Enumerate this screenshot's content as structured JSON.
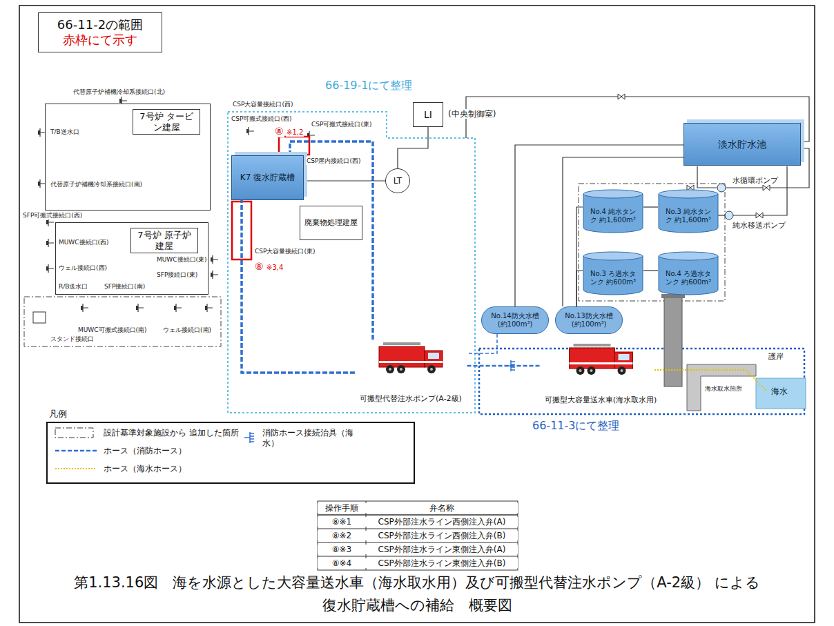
{
  "diagram": {
    "caption": "第1.13.16図　海を水源とした大容量送水車（海水取水用）及び可搬型代替注水ポンプ（A-2級） による復水貯蔵槽への補給　概要図",
    "nodes": [
      {
        "text": [
          "66-11-2の範囲",
          "赤枠にて示す"
        ]
      },
      {
        "text": [
          "7号炉 タービン建屋"
        ]
      },
      {
        "text": [
          "K7 復水貯蔵槽"
        ]
      },
      {
        "text": [
          "廃棄物処理建屋"
        ]
      },
      {
        "text": [
          "7号炉 原子炉建屋"
        ]
      },
      {
        "text": [
          "LI"
        ]
      },
      {
        "text": [
          "LT"
        ]
      },
      {
        "text": [
          "淡水貯水池"
        ]
      },
      {
        "text": [
          "No.4 純水タンク 約1,600m³"
        ]
      },
      {
        "text": [
          "No.3 純水タンク 約1,600m³"
        ]
      },
      {
        "text": [
          "No.3 ろ過水タンク 約600m³"
        ]
      },
      {
        "text": [
          "No.4 ろ過水タンク 約600m³"
        ]
      },
      {
        "text": [
          "No.14防火水槽 (約100m³)"
        ]
      },
      {
        "text": [
          "No.13防火水槽 (約100m³)"
        ]
      },
      {
        "text": [
          "可搬型代替注水ポンプ(A-2級)"
        ]
      },
      {
        "text": [
          "可搬型大容量送水車(海水取水用)"
        ]
      }
    ],
    "edges": [
      {
        "from": 15,
        "to": 14,
        "arrow": "none"
      },
      {
        "from": 14,
        "to": 2,
        "arrow": "none"
      },
      {
        "from": 14,
        "to": 2,
        "arrow": "none"
      },
      {
        "from": 2,
        "to": 6,
        "arrow": "none"
      },
      {
        "from": 6,
        "to": 5,
        "arrow": "none"
      },
      {
        "from": 7,
        "to": 12,
        "arrow": "none"
      },
      {
        "from": 7,
        "to": 13,
        "arrow": "none"
      },
      {
        "from": 8,
        "to": 13,
        "arrow": "none"
      },
      {
        "from": 9,
        "to": 8,
        "arrow": "none"
      },
      {
        "from": 10,
        "to": 13,
        "arrow": "none"
      },
      {
        "from": 11,
        "to": 10,
        "arrow": "none"
      },
      {
        "from": 12,
        "to": 14,
        "arrow": "none"
      }
    ],
    "labels": [
      "66-19-1にて整理",
      "CSP大容量接続口(西)",
      "CSP可搬式接続口(西)",
      "⑧",
      "※1,2",
      "CSP可搬式接続口(東)",
      "CSP屋内接続口(西)",
      "(中央制御室)",
      "代替原子炉補機冷却系接続口(北)",
      "T/B送水口",
      "代替原子炉補機冷却系接続口(南)",
      "SFP可搬式接続口(西)",
      "MUWC接続口(西)",
      "ウェル接続口(西)",
      "MUWC接続口(東)",
      "SFP接続口(東)",
      "R/B送水口",
      "SFP接続口(南)",
      "CSP大容量接続口(東)",
      "⑧",
      "※3,4",
      "スタンド接続口",
      "MUWC可搬式接続口(南)",
      "ウェル接続口(南)",
      "水循環ポンプ",
      "純水移送ポンプ",
      "護岸",
      "海水取水箇所",
      "海水",
      "66-11-3にて整理",
      "凡例",
      "操作手順",
      "弁名称",
      "⑧※1",
      "CSP外部注水ライン西側注入弁(A)",
      "⑧※2",
      "CSP外部注水ライン西側注入弁(B)",
      "⑧※3",
      "CSP外部注水ライン東側注入弁(A)",
      "⑧※4",
      "CSP外部注水ライン東側注入弁(B)"
    ],
    "legend": [
      {
        "text": "設計基準対象施設から 追加した箇所"
      },
      {
        "text": "ホース（消防ホース）"
      },
      {
        "text": "ホース（海水ホース）"
      },
      {
        "text": "消防ホース接続治具（海水）"
      }
    ]
  }
}
